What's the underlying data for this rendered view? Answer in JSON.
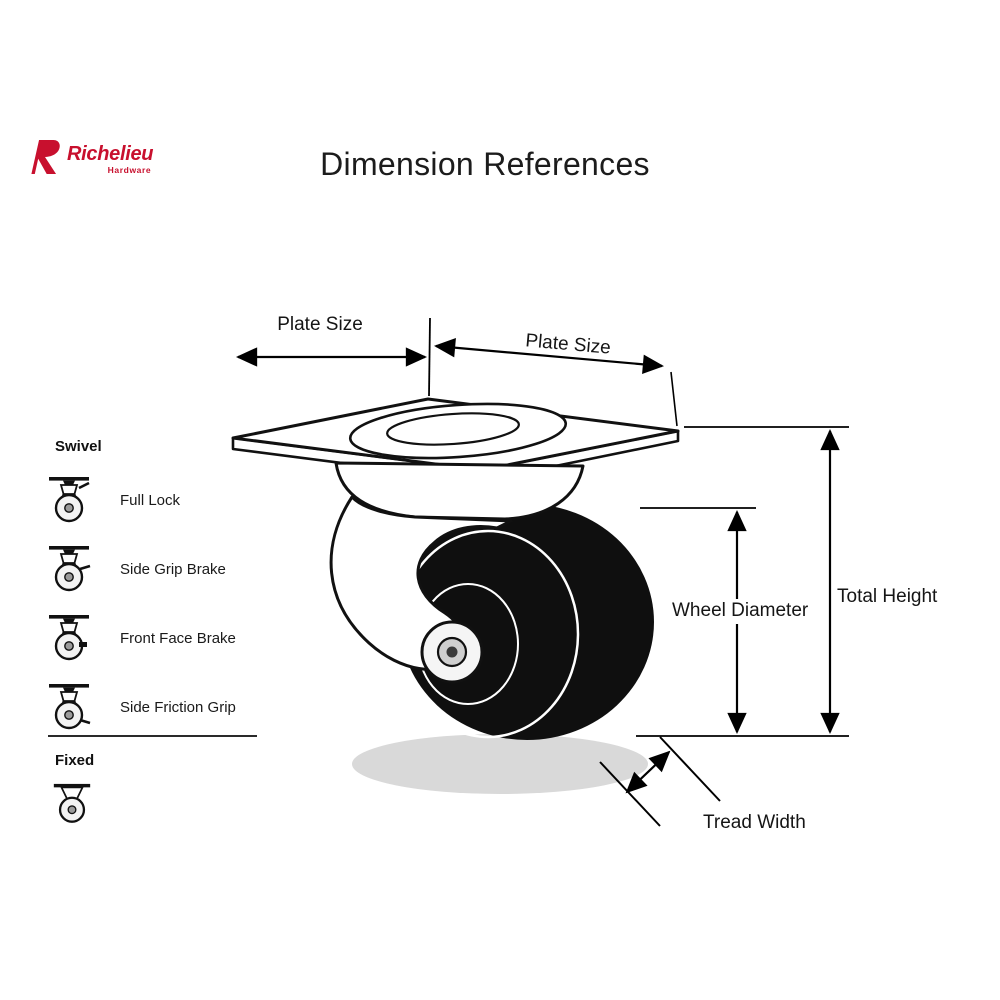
{
  "page": {
    "title": "Dimension References",
    "background": "#ffffff"
  },
  "logo": {
    "brand": "Richelieu",
    "subbrand": "Hardware",
    "color": "#c8102e"
  },
  "legend": {
    "swivel_heading": "Swivel",
    "fixed_heading": "Fixed",
    "swivel_items": [
      {
        "label": "Full Lock",
        "icon": "swivel-caster-full-lock-icon"
      },
      {
        "label": "Side Grip Brake",
        "icon": "swivel-caster-side-grip-brake-icon"
      },
      {
        "label": "Front Face Brake",
        "icon": "swivel-caster-front-face-brake-icon"
      },
      {
        "label": "Side Friction Grip",
        "icon": "swivel-caster-side-friction-grip-icon"
      }
    ],
    "fixed_items": [
      {
        "icon": "fixed-caster-icon"
      }
    ]
  },
  "diagram": {
    "labels": {
      "plate_size_left": "Plate Size",
      "plate_size_right": "Plate Size",
      "wheel_diameter": "Wheel Diameter",
      "total_height": "Total Height",
      "tread_width": "Tread Width"
    },
    "colors": {
      "line": "#000000",
      "wheel": "#0f0f0f",
      "shadow": "#d9d9d9"
    }
  }
}
